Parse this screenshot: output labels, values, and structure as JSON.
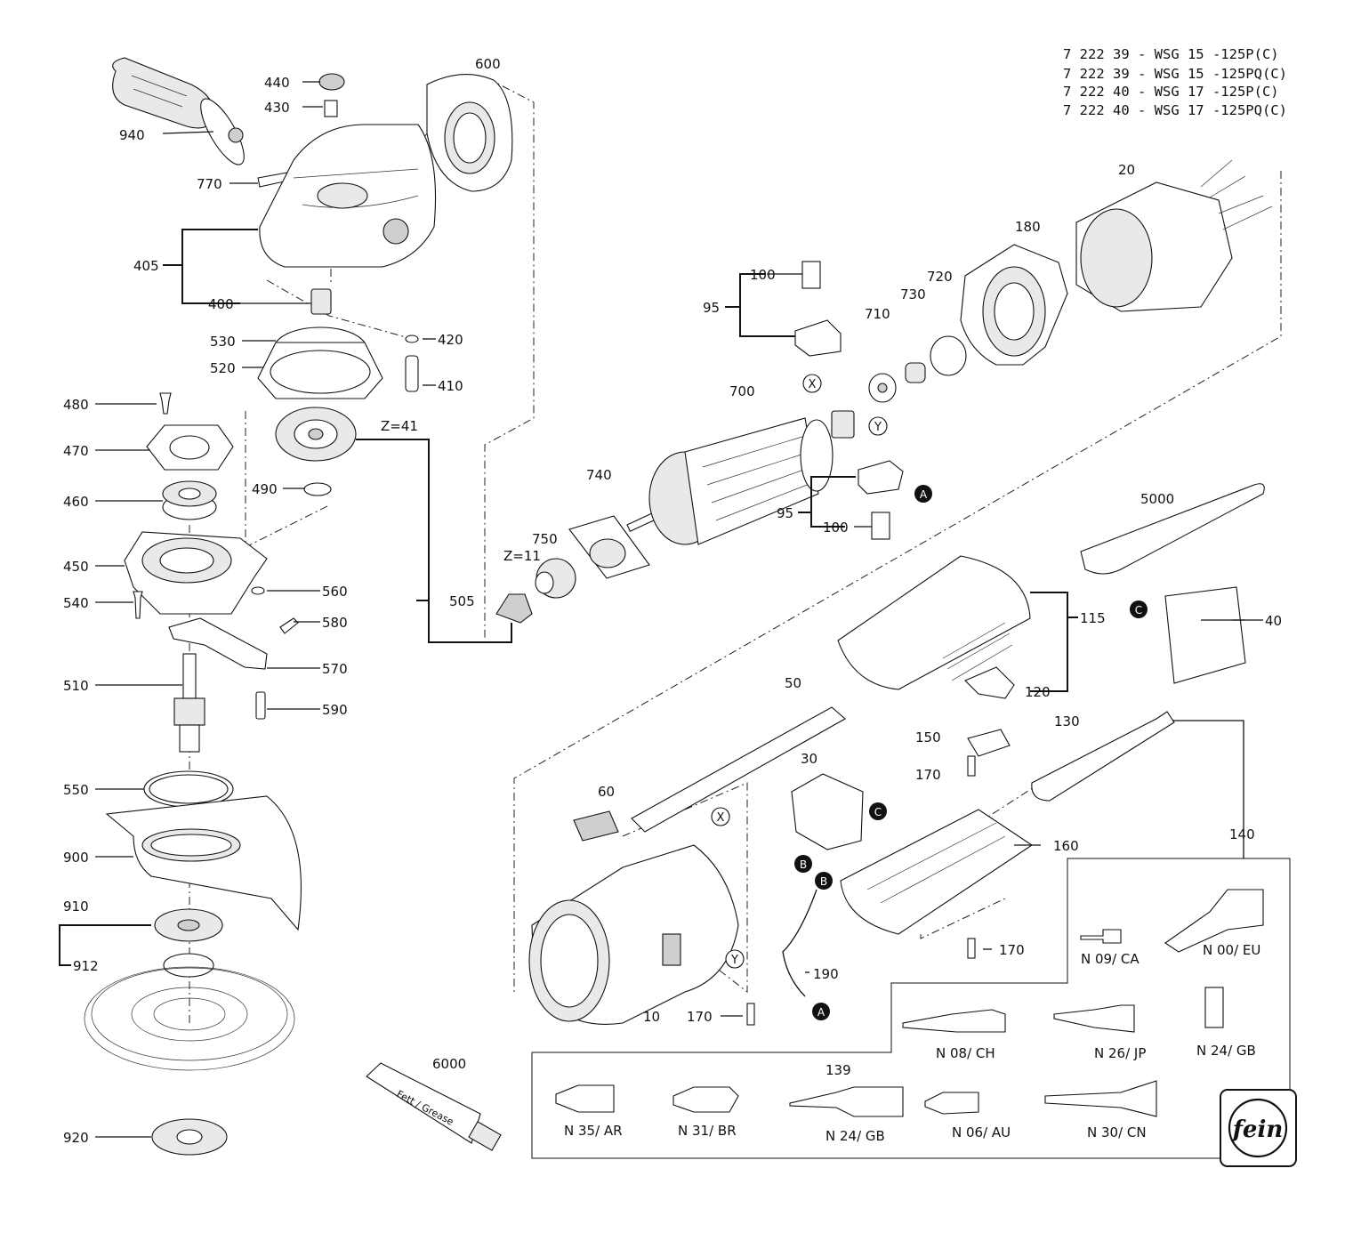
{
  "titles": [
    "7 222 39 - WSG 15 -125P(C)",
    "7 222 39 - WSG 15 -125PQ(C)",
    "7 222 40 - WSG 17 -125P(C)",
    "7 222 40 - WSG 17 -125PQ(C)"
  ],
  "labels": [
    "940",
    "440",
    "430",
    "600",
    "770",
    "405",
    "400",
    "530",
    "520",
    "420",
    "410",
    "480",
    "470",
    "460",
    "450",
    "540",
    "560",
    "580",
    "570",
    "510",
    "590",
    "550",
    "900",
    "910",
    "912",
    "920",
    "490",
    "505",
    "6000",
    "5000",
    "40",
    "115",
    "120",
    "130",
    "140",
    "150",
    "170",
    "160",
    "190",
    "170",
    "170",
    "10",
    "60",
    "50",
    "30",
    "100",
    "95",
    "700",
    "740",
    "750",
    "710",
    "730",
    "720",
    "180",
    "20",
    "100",
    "95",
    "Z=41",
    "Z=11"
  ],
  "markers": [
    "X",
    "X",
    "Y",
    "Y",
    "A",
    "A",
    "B",
    "B",
    "C",
    "C"
  ],
  "plugs": [
    "N 09/ CA",
    "N 00/ EU",
    "N 08/ CH",
    "N 26/ JP",
    "N 24/ GB",
    "N 35/ AR",
    "N 31/ BR",
    "139",
    "N 24/ GB",
    "N 06/ AU",
    "N 30/ CN"
  ],
  "grease_text": "Fett / Grease",
  "logo_text": "fein"
}
